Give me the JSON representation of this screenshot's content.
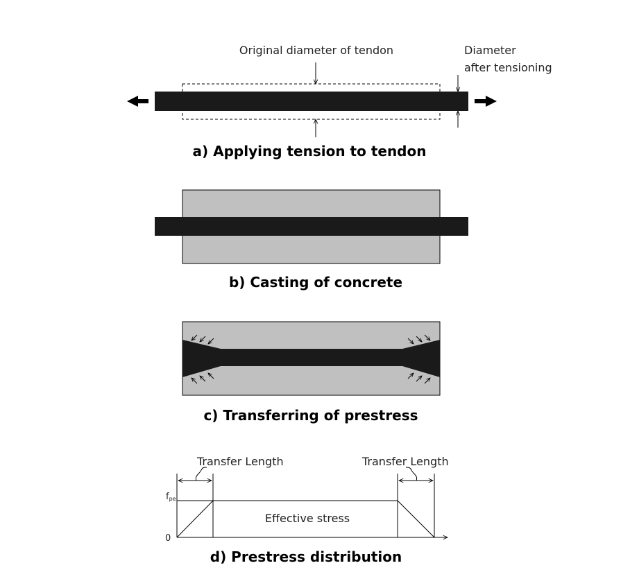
{
  "panel_a": {
    "label_original": "Original diameter of tendon",
    "label_after_line1": "Diameter",
    "label_after_line2": "after tensioning",
    "caption": "a) Applying tension to tendon"
  },
  "panel_b": {
    "caption": "b) Casting of concrete"
  },
  "panel_c": {
    "caption": "c) Transferring of prestress"
  },
  "panel_d": {
    "transfer_left": "Transfer Length",
    "transfer_right": "Transfer Length",
    "y_top": "f",
    "y_top_sub": "pe",
    "y_zero": "0",
    "effective": "Effective stress",
    "caption": "d) Prestress distribution"
  },
  "colors": {
    "tendon": "#1a1a1a",
    "concrete": "#c0c0c0",
    "line": "#000000"
  }
}
